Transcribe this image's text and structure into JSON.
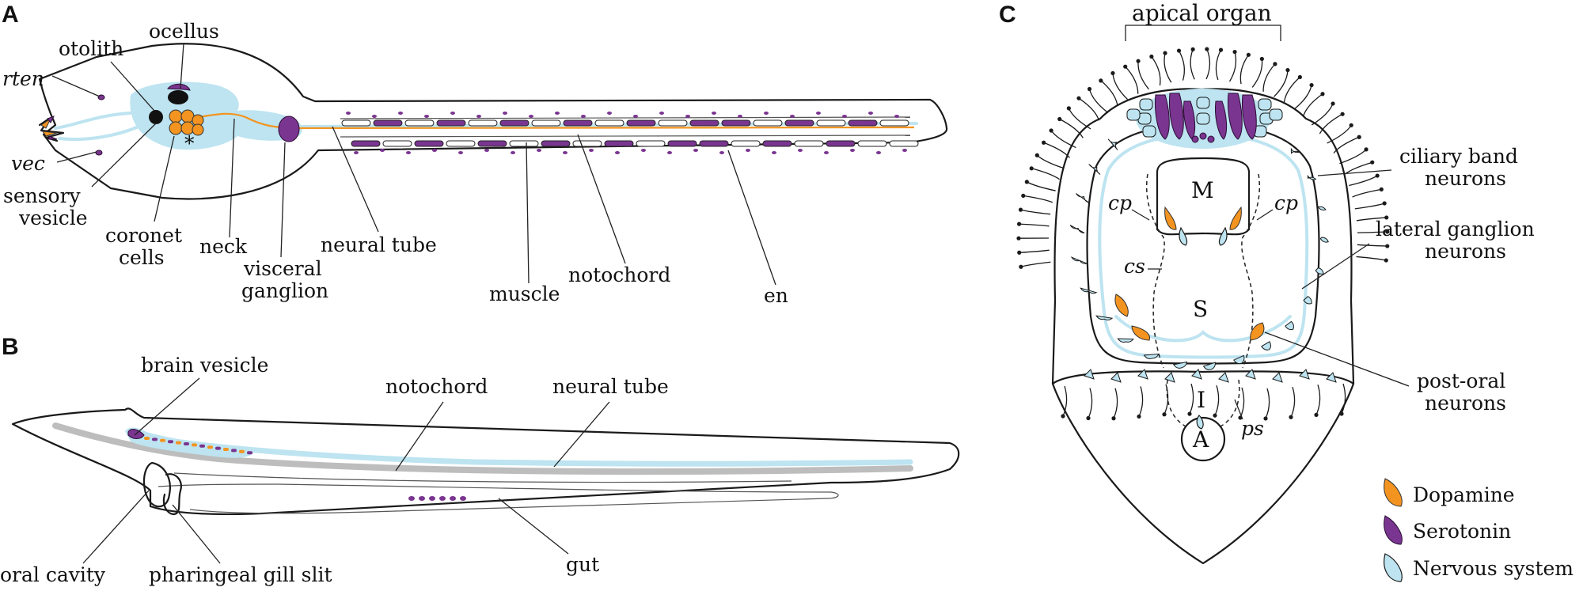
{
  "panels": {
    "a": "A",
    "b": "B",
    "c": "C"
  },
  "colors": {
    "dopamine": "#f39420",
    "serotonin": "#7a3590",
    "nervous_system": "#bde4f0",
    "outline": "#1a1a1a"
  },
  "panelA": {
    "ocellus": "ocellus",
    "otolith": "otolith",
    "rten": "rten",
    "vec": "vec",
    "sensory_vesicle_1": "sensory",
    "sensory_vesicle_2": "vesicle",
    "coronet_1": "coronet",
    "coronet_2": "cells",
    "neck": "neck",
    "visceral_1": "visceral",
    "visceral_2": "ganglion",
    "neural_tube": "neural tube",
    "muscle": "muscle",
    "notochord": "notochord",
    "en": "en",
    "asterisk": "*"
  },
  "panelB": {
    "brain_vesicle": "brain vesicle",
    "notochord": "notochord",
    "neural_tube": "neural tube",
    "oral_cavity": "oral cavity",
    "pharyngeal_gill_slit": "pharingeal gill slit",
    "gut": "gut"
  },
  "panelC": {
    "apical_organ": "apical organ",
    "ciliary_1": "ciliary band",
    "ciliary_2": "neurons",
    "lateral_1": "lateral ganglion",
    "lateral_2": "neurons",
    "postoral_1": "post-oral",
    "postoral_2": "neurons",
    "M": "M",
    "S": "S",
    "I": "I",
    "A": "A",
    "cp_left": "cp",
    "cp_right": "cp",
    "cs": "cs",
    "ps": "ps"
  },
  "legend": {
    "dopamine": "Dopamine",
    "serotonin": "Serotonin",
    "nervous_system": "Nervous system"
  }
}
